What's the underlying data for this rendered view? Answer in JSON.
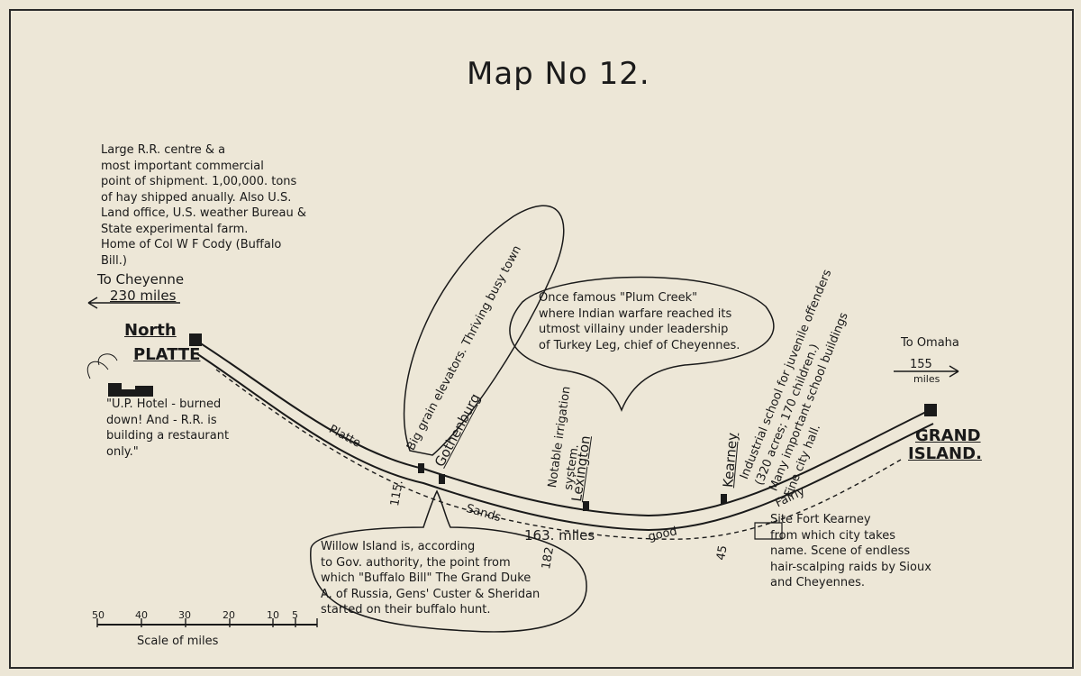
{
  "title": "Map No 12.",
  "north_platte": {
    "name_line1": "North",
    "name_line2": "PLATTE",
    "note": "Large R.R. centre & a\nmost important commercial\npoint of shipment. 1,00,000. tons\nof hay shipped anually. Also U.S.\nLand office, U.S. weather Bureau &\nState experimental farm.\n    Home of Col W F Cody (Buffalo\n                 Bill.)",
    "hotel_note": "\"U.P. Hotel - burned\ndown! And - R.R. is\nbuilding a restaurant\nonly.\""
  },
  "to_cheyenne": {
    "label": "To Cheyenne",
    "miles": "230 miles"
  },
  "to_omaha": {
    "label": "To Omaha",
    "miles": "155",
    "unit": "miles"
  },
  "grand_island": {
    "line1": "GRAND",
    "line2": "ISLAND."
  },
  "gothenburg": {
    "name": "Gothenburg",
    "note": "Big grain elevators. Thriving busy town"
  },
  "plum_creek_note": "Once famous \"Plum Creek\"\nwhere Indian warfare reached its\nutmost villainy under leadership\nof Turkey Leg, chief of Cheyennes.",
  "lexington": {
    "name": "Lexington",
    "note": "Notable irrigation system."
  },
  "kearney": {
    "name": "Kearney",
    "note": "Industrial school for juvenile offenders\n(320 acres; 170 children.)\nMany important school buildings\nFine city hall."
  },
  "fort_kearney_note": "Site Fort Kearney\nfrom which city takes\nname. Scene of endless\nhair-scalping raids by Sioux\nand Cheyennes.",
  "willow_island_note": "Willow Island is, according\nto Gov. authority, the point from\nwhich \"Buffalo Bill\" The Grand Duke\nA. of Russia, Gens' Custer & Sheridan\nstarted on their buffalo hunt.",
  "river_labels": {
    "upper": "Platte",
    "middle": "Sands",
    "lower": "good",
    "right": "Fairly"
  },
  "distance_main": "163. miles",
  "mile_marks": [
    "115.",
    "182",
    "45"
  ],
  "scale": {
    "ticks": [
      "50",
      "40",
      "30",
      "20",
      "10",
      "5"
    ],
    "label": "Scale of miles"
  },
  "colors": {
    "ink": "#1a1a1a",
    "paper": "#ede7d7"
  }
}
